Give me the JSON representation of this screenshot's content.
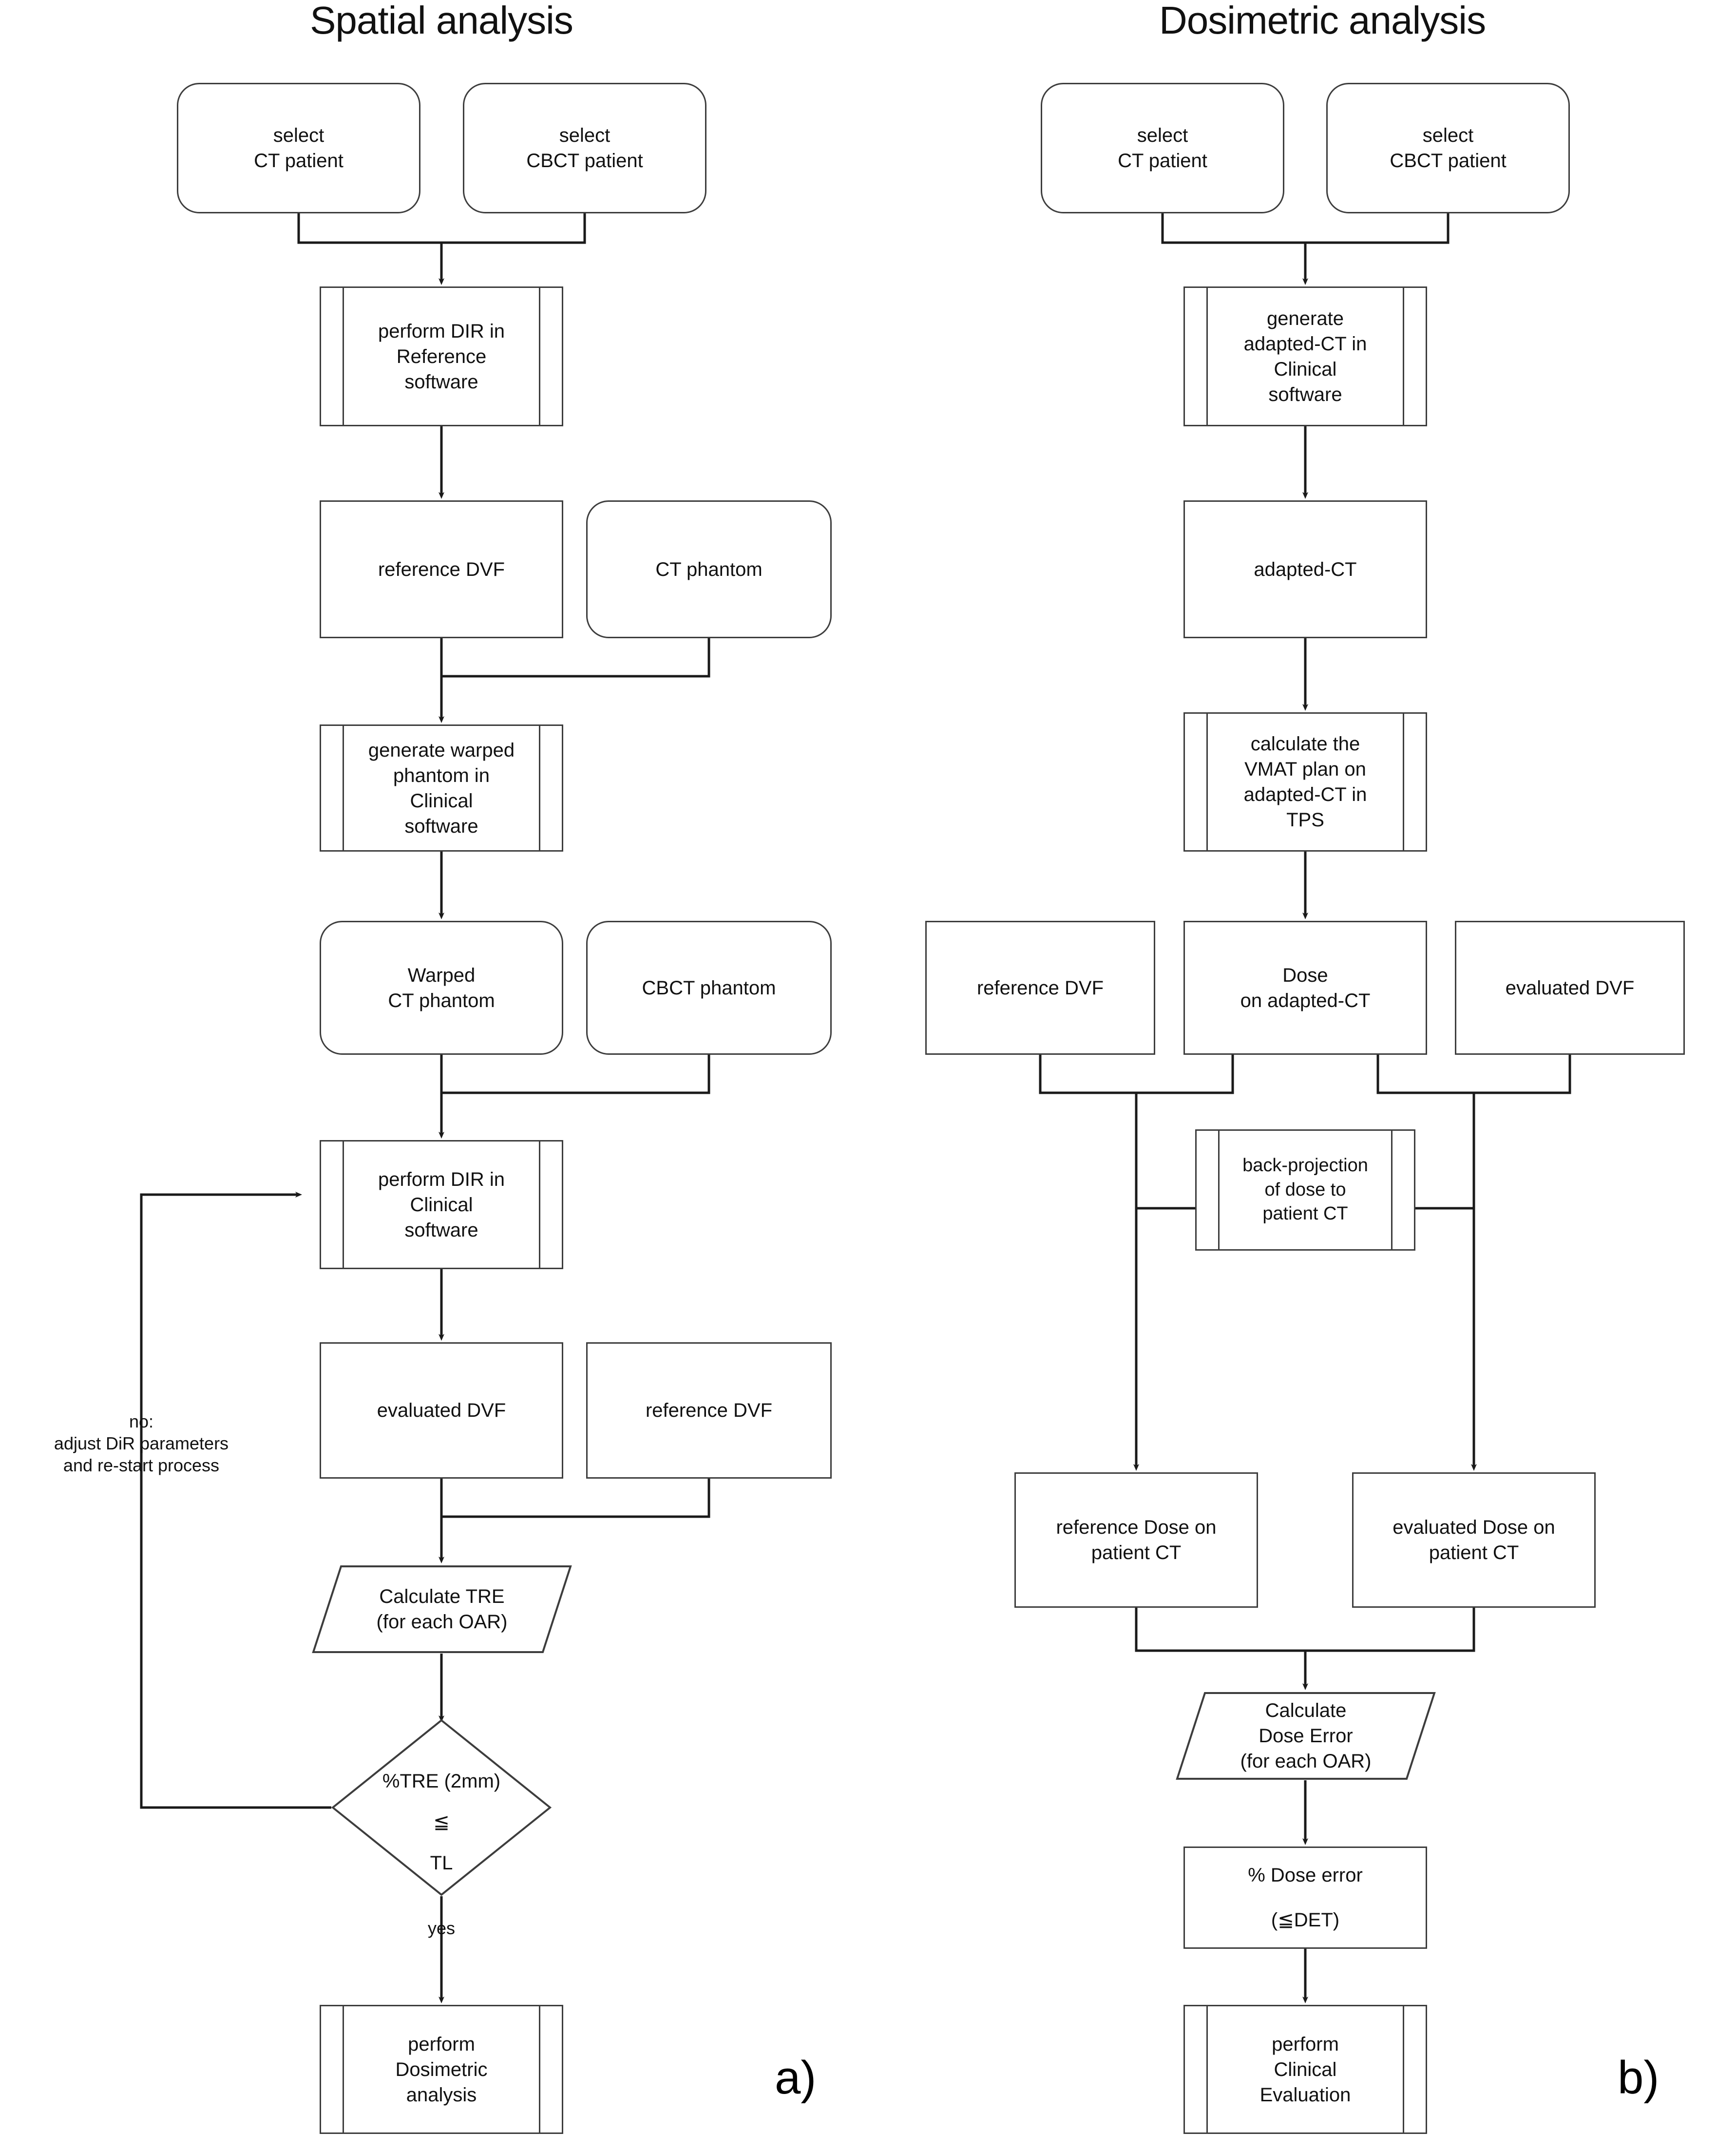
{
  "figure": {
    "panels": [
      {
        "id": "a",
        "title": "Spatial analysis",
        "label": "a)"
      },
      {
        "id": "b",
        "title": "Dosimetric analysis",
        "label": "b)"
      }
    ]
  },
  "spatial": {
    "title": "Spatial analysis",
    "panel_label": "a)",
    "nodes": {
      "select_ct": "select\nCT patient",
      "select_cbct": "select\nCBCT patient",
      "perform_dir_reference": "perform DIR in\nReference\nsoftware",
      "reference_dvf": "reference DVF",
      "ct_phantom": "CT phantom",
      "generate_warped_phantom": "generate warped\nphantom in\nClinical\nsoftware",
      "warped_ct_phantom": "Warped\nCT phantom",
      "cbct_phantom": "CBCT phantom",
      "perform_dir_clinical": "perform DIR in\nClinical\nsoftware",
      "evaluated_dvf": "evaluated DVF",
      "reference_dvf_2": "reference DVF",
      "calculate_tre": "Calculate TRE\n(for each OAR)",
      "decision_tre": "%TRE (2mm)\n\n≦\n\nTL",
      "perform_dosimetric": "perform\nDosimetric\nanalysis"
    },
    "edge_labels": {
      "no_branch": "no:\nadjust DiR parameters\nand re-start process",
      "yes_branch": "yes"
    }
  },
  "dosimetric": {
    "title": "Dosimetric analysis",
    "panel_label": "b)",
    "nodes": {
      "select_ct": "select\nCT patient",
      "select_cbct": "select\nCBCT patient",
      "generate_adapted_ct": "generate\nadapted-CT in\nClinical\nsoftware",
      "adapted_ct": "adapted-CT",
      "calculate_vmat": "calculate the\nVMAT plan on\nadapted-CT in\nTPS",
      "reference_dvf": "reference DVF",
      "dose_on_adapted_ct": "Dose\non adapted-CT",
      "evaluated_dvf": "evaluated DVF",
      "back_projection": "back-projection\nof dose to\npatient CT",
      "reference_dose_patient_ct": "reference Dose on\npatient CT",
      "evaluated_dose_patient_ct": "evaluated Dose on\npatient CT",
      "calculate_dose_error": "Calculate\nDose Error\n(for each OAR)",
      "percent_dose_error": "% Dose error\n\n(≦DET)",
      "perform_clinical_evaluation": "perform\nClinical\nEvaluation"
    }
  },
  "colors": {
    "stroke": "#3d3d3d",
    "wire": "#1a1a1a",
    "text": "#111111",
    "background": "#ffffff"
  }
}
